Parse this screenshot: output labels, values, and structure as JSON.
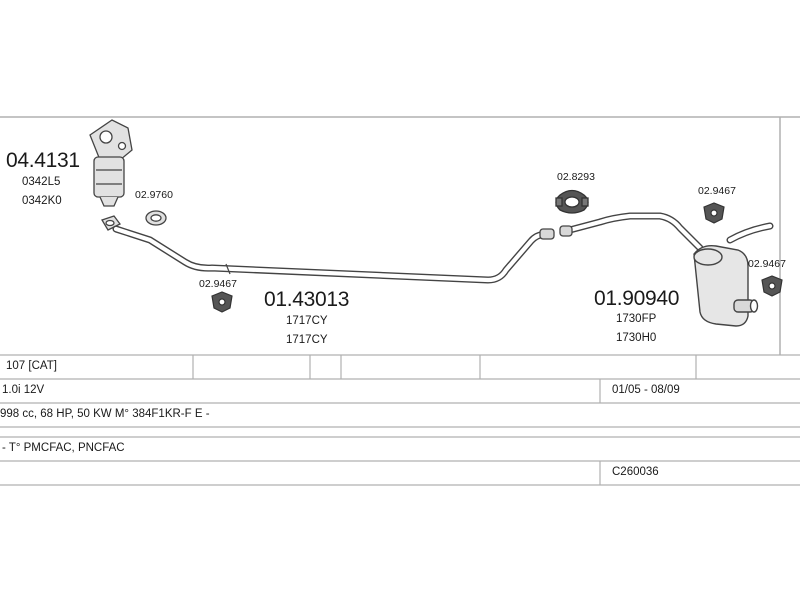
{
  "colors": {
    "line": "#444444",
    "part_fill": "#d8d8d8",
    "table_line": "#b0b0b0",
    "text": "#1a1a1a"
  },
  "parts": {
    "catalyst": {
      "code": "04.4131",
      "refs": [
        "0342L5",
        "0342K0"
      ],
      "icon": "catalytic-converter"
    },
    "gasket": {
      "code": "02.9760",
      "icon": "gasket-ring"
    },
    "front_pipe": {
      "code": "01.43013",
      "refs": [
        "1717CY",
        "1717CY"
      ],
      "icon": "exhaust-pipe"
    },
    "mount_left": {
      "code": "02.9467",
      "icon": "rubber-mount"
    },
    "clamp": {
      "code": "02.8293",
      "icon": "pipe-clamp"
    },
    "mount_right_top": {
      "code": "02.9467",
      "icon": "rubber-mount"
    },
    "mount_right_side": {
      "code": "02.9467",
      "icon": "rubber-mount"
    },
    "rear_silencer": {
      "code": "01.90940",
      "refs": [
        "1730FP",
        "1730H0"
      ],
      "icon": "silencer"
    }
  },
  "table": {
    "model": "107  [CAT]",
    "engine": "1.0i  12V",
    "years": "01/05 - 08/09",
    "spec": "998 cc, 68 HP, 50 KW  M° 384F1KR-F E -",
    "type": "- T° PMCFAC, PNCFAC",
    "ref": "C260036"
  }
}
